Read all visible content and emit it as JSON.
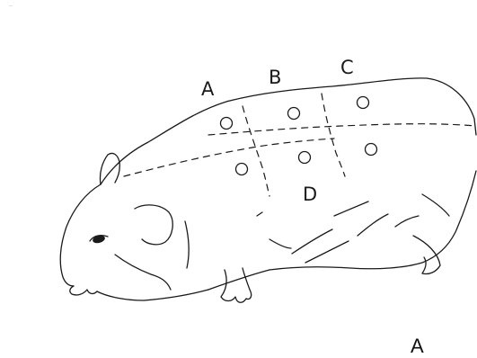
{
  "figure": {
    "panel_label": "A",
    "corner_mark": "..",
    "regions": [
      {
        "id": "A",
        "label": "A"
      },
      {
        "id": "B",
        "label": "B"
      },
      {
        "id": "C",
        "label": "C"
      },
      {
        "id": "D",
        "label": "D"
      }
    ],
    "spot_count": 6,
    "line_color": "#1a1a1a",
    "background": "#ffffff"
  }
}
